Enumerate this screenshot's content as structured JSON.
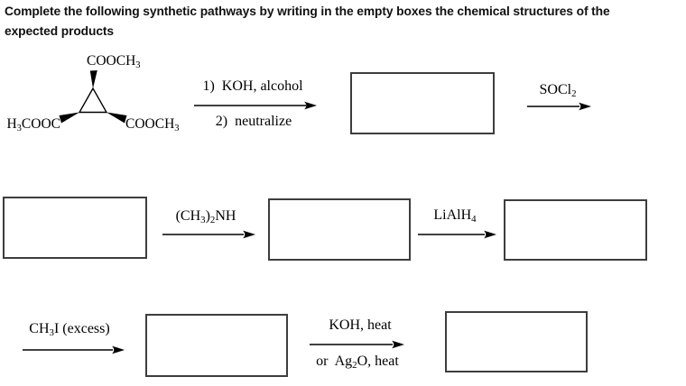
{
  "title": {
    "line1": "Complete the following synthetic pathways by writing in the empty boxes the chemical structures of the",
    "line2": "expected products"
  },
  "start_material": {
    "description": "cyclopropane ring bearing three ester groups on bold wedge bonds",
    "top_substituent": [
      [
        "COOCH",
        0
      ],
      [
        "3",
        1
      ]
    ],
    "left_substituent": [
      [
        "H",
        0
      ],
      [
        "3",
        1
      ],
      [
        "COOC",
        0
      ]
    ],
    "right_substituent": [
      [
        "COOCH",
        0
      ],
      [
        "3",
        1
      ]
    ]
  },
  "reactions": [
    {
      "id": "koh-alcohol-neutralize",
      "line_above": "1)  KOH, alcohol",
      "line_below": "2)  neutralize"
    },
    {
      "id": "thionyl-chloride",
      "formula_above": [
        [
          "SOCl",
          0
        ],
        [
          "2",
          1
        ]
      ]
    },
    {
      "id": "dimethylamine",
      "formula_above": [
        [
          "(CH",
          0
        ],
        [
          "3",
          1
        ],
        [
          ")",
          0
        ],
        [
          "2",
          1
        ],
        [
          "NH",
          0
        ]
      ]
    },
    {
      "id": "lithium-aluminium-hydride",
      "formula_above": [
        [
          "LiAlH",
          0
        ],
        [
          "4",
          1
        ]
      ]
    },
    {
      "id": "methyl-iodide-excess",
      "formula_above": [
        [
          "CH",
          0
        ],
        [
          "3",
          1
        ],
        [
          "I (excess)",
          0
        ]
      ]
    },
    {
      "id": "koh-heat-or-ag2o-heat",
      "line_above": "KOH, heat",
      "formula_below": [
        [
          "or  Ag",
          0
        ],
        [
          "2",
          1
        ],
        [
          "O, heat",
          0
        ]
      ]
    }
  ]
}
